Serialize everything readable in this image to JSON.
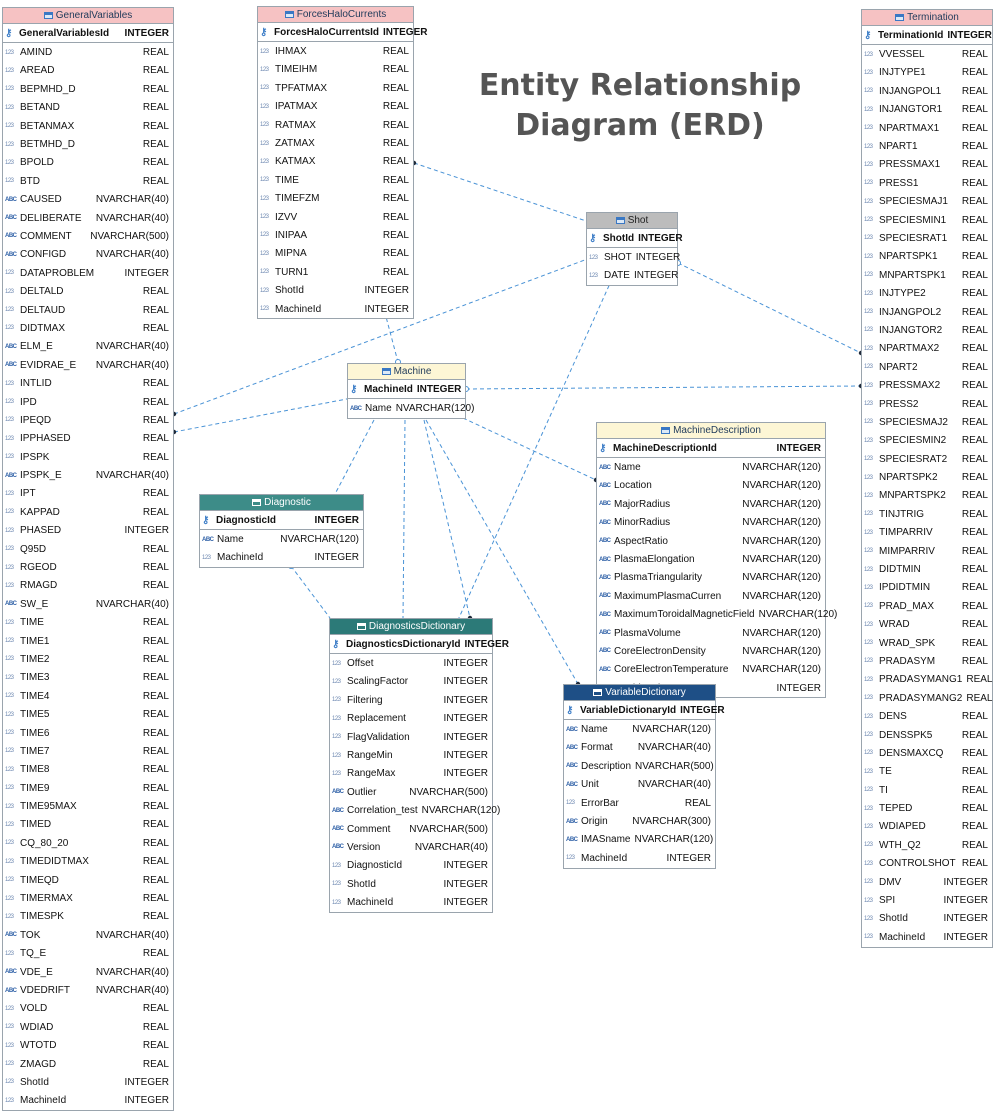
{
  "diagram_title": "Entity Relationship Diagram (ERD)",
  "icons": {
    "numeric": "123",
    "text": "ABC",
    "key": "key-icon",
    "table": "table-icon"
  },
  "tables": {
    "generalvariables": {
      "title": "GeneralVariables",
      "pk": {
        "name": "GeneralVariablesId",
        "type": "INTEGER"
      },
      "columns": [
        {
          "name": "AMIND",
          "type": "REAL",
          "icon": "123"
        },
        {
          "name": "AREAD",
          "type": "REAL",
          "icon": "123"
        },
        {
          "name": "BEPMHD_D",
          "type": "REAL",
          "icon": "123"
        },
        {
          "name": "BETAND",
          "type": "REAL",
          "icon": "123"
        },
        {
          "name": "BETANMAX",
          "type": "REAL",
          "icon": "123"
        },
        {
          "name": "BETMHD_D",
          "type": "REAL",
          "icon": "123"
        },
        {
          "name": "BPOLD",
          "type": "REAL",
          "icon": "123"
        },
        {
          "name": "BTD",
          "type": "REAL",
          "icon": "123"
        },
        {
          "name": "CAUSED",
          "type": "NVARCHAR(40)",
          "icon": "ABC"
        },
        {
          "name": "DELIBERATE",
          "type": "NVARCHAR(40)",
          "icon": "ABC"
        },
        {
          "name": "COMMENT",
          "type": "NVARCHAR(500)",
          "icon": "ABC"
        },
        {
          "name": "CONFIGD",
          "type": "NVARCHAR(40)",
          "icon": "ABC"
        },
        {
          "name": "DATAPROBLEM",
          "type": "INTEGER",
          "icon": "123"
        },
        {
          "name": "DELTALD",
          "type": "REAL",
          "icon": "123"
        },
        {
          "name": "DELTAUD",
          "type": "REAL",
          "icon": "123"
        },
        {
          "name": "DIDTMAX",
          "type": "REAL",
          "icon": "123"
        },
        {
          "name": "ELM_E",
          "type": "NVARCHAR(40)",
          "icon": "ABC"
        },
        {
          "name": "EVIDRAE_E",
          "type": "NVARCHAR(40)",
          "icon": "ABC"
        },
        {
          "name": "INTLID",
          "type": "REAL",
          "icon": "123"
        },
        {
          "name": "IPD",
          "type": "REAL",
          "icon": "123"
        },
        {
          "name": "IPEQD",
          "type": "REAL",
          "icon": "123"
        },
        {
          "name": "IPPHASED",
          "type": "REAL",
          "icon": "123"
        },
        {
          "name": "IPSPK",
          "type": "REAL",
          "icon": "123"
        },
        {
          "name": "IPSPK_E",
          "type": "NVARCHAR(40)",
          "icon": "ABC"
        },
        {
          "name": "IPT",
          "type": "REAL",
          "icon": "123"
        },
        {
          "name": "KAPPAD",
          "type": "REAL",
          "icon": "123"
        },
        {
          "name": "PHASED",
          "type": "INTEGER",
          "icon": "123"
        },
        {
          "name": "Q95D",
          "type": "REAL",
          "icon": "123"
        },
        {
          "name": "RGEOD",
          "type": "REAL",
          "icon": "123"
        },
        {
          "name": "RMAGD",
          "type": "REAL",
          "icon": "123"
        },
        {
          "name": "SW_E",
          "type": "NVARCHAR(40)",
          "icon": "ABC"
        },
        {
          "name": "TIME",
          "type": "REAL",
          "icon": "123"
        },
        {
          "name": "TIME1",
          "type": "REAL",
          "icon": "123"
        },
        {
          "name": "TIME2",
          "type": "REAL",
          "icon": "123"
        },
        {
          "name": "TIME3",
          "type": "REAL",
          "icon": "123"
        },
        {
          "name": "TIME4",
          "type": "REAL",
          "icon": "123"
        },
        {
          "name": "TIME5",
          "type": "REAL",
          "icon": "123"
        },
        {
          "name": "TIME6",
          "type": "REAL",
          "icon": "123"
        },
        {
          "name": "TIME7",
          "type": "REAL",
          "icon": "123"
        },
        {
          "name": "TIME8",
          "type": "REAL",
          "icon": "123"
        },
        {
          "name": "TIME9",
          "type": "REAL",
          "icon": "123"
        },
        {
          "name": "TIME95MAX",
          "type": "REAL",
          "icon": "123"
        },
        {
          "name": "TIMED",
          "type": "REAL",
          "icon": "123"
        },
        {
          "name": "CQ_80_20",
          "type": "REAL",
          "icon": "123"
        },
        {
          "name": "TIMEDIDTMAX",
          "type": "REAL",
          "icon": "123"
        },
        {
          "name": "TIMEQD",
          "type": "REAL",
          "icon": "123"
        },
        {
          "name": "TIMERMAX",
          "type": "REAL",
          "icon": "123"
        },
        {
          "name": "TIMESPK",
          "type": "REAL",
          "icon": "123"
        },
        {
          "name": "TOK",
          "type": "NVARCHAR(40)",
          "icon": "ABC"
        },
        {
          "name": "TQ_E",
          "type": "REAL",
          "icon": "123"
        },
        {
          "name": "VDE_E",
          "type": "NVARCHAR(40)",
          "icon": "ABC"
        },
        {
          "name": "VDEDRIFT",
          "type": "NVARCHAR(40)",
          "icon": "ABC"
        },
        {
          "name": "VOLD",
          "type": "REAL",
          "icon": "123"
        },
        {
          "name": "WDIAD",
          "type": "REAL",
          "icon": "123"
        },
        {
          "name": "WTOTD",
          "type": "REAL",
          "icon": "123"
        },
        {
          "name": "ZMAGD",
          "type": "REAL",
          "icon": "123"
        },
        {
          "name": "ShotId",
          "type": "INTEGER",
          "icon": "123"
        },
        {
          "name": "MachineId",
          "type": "INTEGER",
          "icon": "123"
        }
      ]
    },
    "forceshalocurrents": {
      "title": "ForcesHaloCurrents",
      "pk": {
        "name": "ForcesHaloCurrentsId",
        "type": "INTEGER"
      },
      "columns": [
        {
          "name": "IHMAX",
          "type": "REAL",
          "icon": "123"
        },
        {
          "name": "TIMEIHM",
          "type": "REAL",
          "icon": "123"
        },
        {
          "name": "TPFATMAX",
          "type": "REAL",
          "icon": "123"
        },
        {
          "name": "IPATMAX",
          "type": "REAL",
          "icon": "123"
        },
        {
          "name": "RATMAX",
          "type": "REAL",
          "icon": "123"
        },
        {
          "name": "ZATMAX",
          "type": "REAL",
          "icon": "123"
        },
        {
          "name": "KATMAX",
          "type": "REAL",
          "icon": "123"
        },
        {
          "name": "TIME",
          "type": "REAL",
          "icon": "123"
        },
        {
          "name": "TIMEFZM",
          "type": "REAL",
          "icon": "123"
        },
        {
          "name": "IZVV",
          "type": "REAL",
          "icon": "123"
        },
        {
          "name": "INIPAA",
          "type": "REAL",
          "icon": "123"
        },
        {
          "name": "MIPNA",
          "type": "REAL",
          "icon": "123"
        },
        {
          "name": "TURN1",
          "type": "REAL",
          "icon": "123"
        },
        {
          "name": "ShotId",
          "type": "INTEGER",
          "icon": "123"
        },
        {
          "name": "MachineId",
          "type": "INTEGER",
          "icon": "123"
        }
      ]
    },
    "termination": {
      "title": "Termination",
      "pk": {
        "name": "TerminationId",
        "type": "INTEGER"
      },
      "columns": [
        {
          "name": "VVESSEL",
          "type": "REAL",
          "icon": "123"
        },
        {
          "name": "INJTYPE1",
          "type": "REAL",
          "icon": "123"
        },
        {
          "name": "INJANGPOL1",
          "type": "REAL",
          "icon": "123"
        },
        {
          "name": "INJANGTOR1",
          "type": "REAL",
          "icon": "123"
        },
        {
          "name": "NPARTMAX1",
          "type": "REAL",
          "icon": "123"
        },
        {
          "name": "NPART1",
          "type": "REAL",
          "icon": "123"
        },
        {
          "name": "PRESSMAX1",
          "type": "REAL",
          "icon": "123"
        },
        {
          "name": "PRESS1",
          "type": "REAL",
          "icon": "123"
        },
        {
          "name": "SPECIESMAJ1",
          "type": "REAL",
          "icon": "123"
        },
        {
          "name": "SPECIESMIN1",
          "type": "REAL",
          "icon": "123"
        },
        {
          "name": "SPECIESRAT1",
          "type": "REAL",
          "icon": "123"
        },
        {
          "name": "NPARTSPK1",
          "type": "REAL",
          "icon": "123"
        },
        {
          "name": "MNPARTSPK1",
          "type": "REAL",
          "icon": "123"
        },
        {
          "name": "INJTYPE2",
          "type": "REAL",
          "icon": "123"
        },
        {
          "name": "INJANGPOL2",
          "type": "REAL",
          "icon": "123"
        },
        {
          "name": "INJANGTOR2",
          "type": "REAL",
          "icon": "123"
        },
        {
          "name": "NPARTMAX2",
          "type": "REAL",
          "icon": "123"
        },
        {
          "name": "NPART2",
          "type": "REAL",
          "icon": "123"
        },
        {
          "name": "PRESSMAX2",
          "type": "REAL",
          "icon": "123"
        },
        {
          "name": "PRESS2",
          "type": "REAL",
          "icon": "123"
        },
        {
          "name": "SPECIESMAJ2",
          "type": "REAL",
          "icon": "123"
        },
        {
          "name": "SPECIESMIN2",
          "type": "REAL",
          "icon": "123"
        },
        {
          "name": "SPECIESRAT2",
          "type": "REAL",
          "icon": "123"
        },
        {
          "name": "NPARTSPK2",
          "type": "REAL",
          "icon": "123"
        },
        {
          "name": "MNPARTSPK2",
          "type": "REAL",
          "icon": "123"
        },
        {
          "name": "TINJTRIG",
          "type": "REAL",
          "icon": "123"
        },
        {
          "name": "TIMPARRIV",
          "type": "REAL",
          "icon": "123"
        },
        {
          "name": "MIMPARRIV",
          "type": "REAL",
          "icon": "123"
        },
        {
          "name": "DIDTMIN",
          "type": "REAL",
          "icon": "123"
        },
        {
          "name": "IPDIDTMIN",
          "type": "REAL",
          "icon": "123"
        },
        {
          "name": "PRAD_MAX",
          "type": "REAL",
          "icon": "123"
        },
        {
          "name": "WRAD",
          "type": "REAL",
          "icon": "123"
        },
        {
          "name": "WRAD_SPK",
          "type": "REAL",
          "icon": "123"
        },
        {
          "name": "PRADASYM",
          "type": "REAL",
          "icon": "123"
        },
        {
          "name": "PRADASYMANG1",
          "type": "REAL",
          "icon": "123"
        },
        {
          "name": "PRADASYMANG2",
          "type": "REAL",
          "icon": "123"
        },
        {
          "name": "DENS",
          "type": "REAL",
          "icon": "123"
        },
        {
          "name": "DENSSPK5",
          "type": "REAL",
          "icon": "123"
        },
        {
          "name": "DENSMAXCQ",
          "type": "REAL",
          "icon": "123"
        },
        {
          "name": "TE",
          "type": "REAL",
          "icon": "123"
        },
        {
          "name": "TI",
          "type": "REAL",
          "icon": "123"
        },
        {
          "name": "TEPED",
          "type": "REAL",
          "icon": "123"
        },
        {
          "name": "WDIAPED",
          "type": "REAL",
          "icon": "123"
        },
        {
          "name": "WTH_Q2",
          "type": "REAL",
          "icon": "123"
        },
        {
          "name": "CONTROLSHOT",
          "type": "REAL",
          "icon": "123"
        },
        {
          "name": "DMV",
          "type": "INTEGER",
          "icon": "123"
        },
        {
          "name": "SPI",
          "type": "INTEGER",
          "icon": "123"
        },
        {
          "name": "ShotId",
          "type": "INTEGER",
          "icon": "123"
        },
        {
          "name": "MachineId",
          "type": "INTEGER",
          "icon": "123"
        }
      ]
    },
    "shot": {
      "title": "Shot",
      "pk": {
        "name": "ShotId",
        "type": "INTEGER"
      },
      "columns": [
        {
          "name": "SHOT",
          "type": "INTEGER",
          "icon": "123"
        },
        {
          "name": "DATE",
          "type": "INTEGER",
          "icon": "123"
        }
      ]
    },
    "machine": {
      "title": "Machine",
      "pk": {
        "name": "MachineId",
        "type": "INTEGER"
      },
      "columns": [
        {
          "name": "Name",
          "type": "NVARCHAR(120)",
          "icon": "ABC"
        }
      ]
    },
    "machinedescription": {
      "title": "MachineDescription",
      "pk": {
        "name": "MachineDescriptionId",
        "type": "INTEGER"
      },
      "columns": [
        {
          "name": "Name",
          "type": "NVARCHAR(120)",
          "icon": "ABC"
        },
        {
          "name": "Location",
          "type": "NVARCHAR(120)",
          "icon": "ABC"
        },
        {
          "name": "MajorRadius",
          "type": "NVARCHAR(120)",
          "icon": "ABC"
        },
        {
          "name": "MinorRadius",
          "type": "NVARCHAR(120)",
          "icon": "ABC"
        },
        {
          "name": "AspectRatio",
          "type": "NVARCHAR(120)",
          "icon": "ABC"
        },
        {
          "name": "PlasmaElongation",
          "type": "NVARCHAR(120)",
          "icon": "ABC"
        },
        {
          "name": "PlasmaTriangularity",
          "type": "NVARCHAR(120)",
          "icon": "ABC"
        },
        {
          "name": "MaximumPlasmaCurren",
          "type": "NVARCHAR(120)",
          "icon": "ABC"
        },
        {
          "name": "MaximumToroidalMagneticField",
          "type": "NVARCHAR(120)",
          "icon": "ABC"
        },
        {
          "name": "PlasmaVolume",
          "type": "NVARCHAR(120)",
          "icon": "ABC"
        },
        {
          "name": "CoreElectronDensity",
          "type": "NVARCHAR(120)",
          "icon": "ABC"
        },
        {
          "name": "CoreElectronTemperature",
          "type": "NVARCHAR(120)",
          "icon": "ABC"
        },
        {
          "name": "MachineId",
          "type": "INTEGER",
          "icon": "123"
        }
      ]
    },
    "diagnostic": {
      "title": "Diagnostic",
      "pk": {
        "name": "DiagnosticId",
        "type": "INTEGER"
      },
      "columns": [
        {
          "name": "Name",
          "type": "NVARCHAR(120)",
          "icon": "ABC"
        },
        {
          "name": "MachineId",
          "type": "INTEGER",
          "icon": "123"
        }
      ]
    },
    "diagnosticsdictionary": {
      "title": "DiagnosticsDictionary",
      "pk": {
        "name": "DiagnosticsDictionaryId",
        "type": "INTEGER"
      },
      "columns": [
        {
          "name": "Offset",
          "type": "INTEGER",
          "icon": "123"
        },
        {
          "name": "ScalingFactor",
          "type": "INTEGER",
          "icon": "123"
        },
        {
          "name": "Filtering",
          "type": "INTEGER",
          "icon": "123"
        },
        {
          "name": "Replacement",
          "type": "INTEGER",
          "icon": "123"
        },
        {
          "name": "FlagValidation",
          "type": "INTEGER",
          "icon": "123"
        },
        {
          "name": "RangeMin",
          "type": "INTEGER",
          "icon": "123"
        },
        {
          "name": "RangeMax",
          "type": "INTEGER",
          "icon": "123"
        },
        {
          "name": "Outlier",
          "type": "NVARCHAR(500)",
          "icon": "ABC"
        },
        {
          "name": "Correlation_test",
          "type": "NVARCHAR(120)",
          "icon": "ABC"
        },
        {
          "name": "Comment",
          "type": "NVARCHAR(500)",
          "icon": "ABC"
        },
        {
          "name": "Version",
          "type": "NVARCHAR(40)",
          "icon": "ABC"
        },
        {
          "name": "DiagnosticId",
          "type": "INTEGER",
          "icon": "123"
        },
        {
          "name": "ShotId",
          "type": "INTEGER",
          "icon": "123"
        },
        {
          "name": "MachineId",
          "type": "INTEGER",
          "icon": "123"
        }
      ]
    },
    "variabledictionary": {
      "title": "VariableDictionary",
      "pk": {
        "name": "VariableDictionaryId",
        "type": "INTEGER"
      },
      "columns": [
        {
          "name": "Name",
          "type": "NVARCHAR(120)",
          "icon": "ABC"
        },
        {
          "name": "Format",
          "type": "NVARCHAR(40)",
          "icon": "ABC"
        },
        {
          "name": "Description",
          "type": "NVARCHAR(500)",
          "icon": "ABC"
        },
        {
          "name": "Unit",
          "type": "NVARCHAR(40)",
          "icon": "ABC"
        },
        {
          "name": "ErrorBar",
          "type": "REAL",
          "icon": "123"
        },
        {
          "name": "Origin",
          "type": "NVARCHAR(300)",
          "icon": "ABC"
        },
        {
          "name": "IMASname",
          "type": "NVARCHAR(120)",
          "icon": "ABC"
        },
        {
          "name": "MachineId",
          "type": "INTEGER",
          "icon": "123"
        }
      ]
    }
  }
}
